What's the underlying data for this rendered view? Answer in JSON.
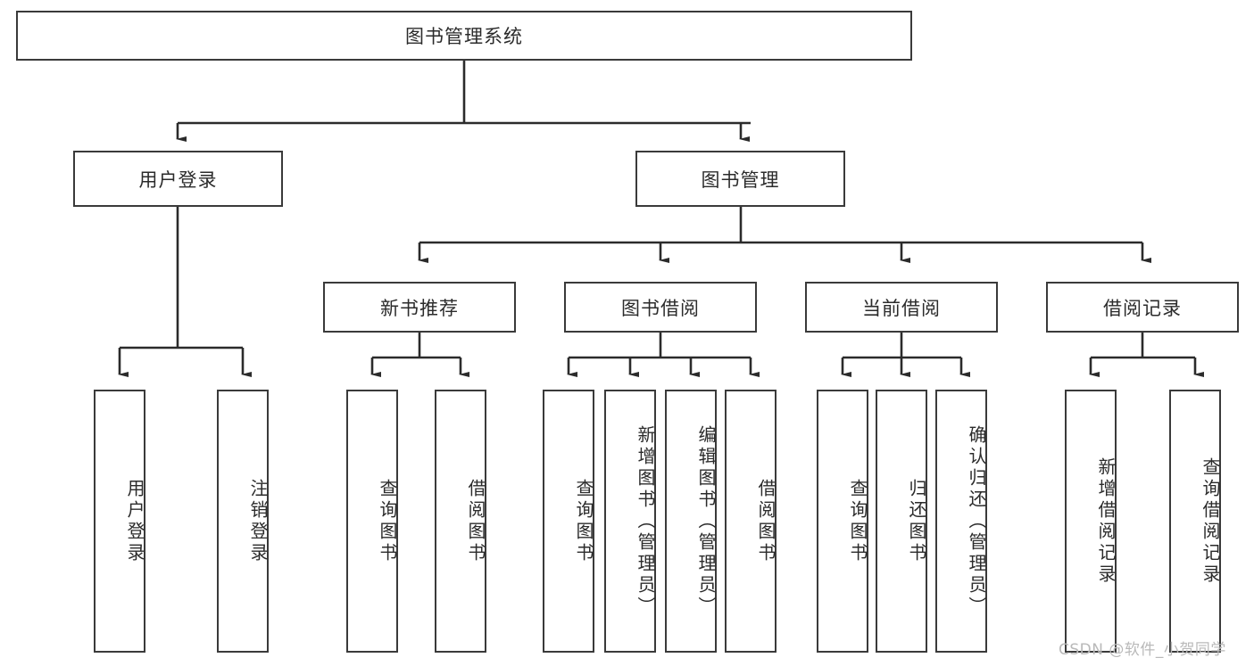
{
  "diagram": {
    "title": "图书管理系统",
    "type": "tree-hierarchy",
    "watermark": "CSDN @软件_小贺同学",
    "colors": {
      "box_border": "#3a3a3a",
      "box_fill": "#ffffff",
      "connector": "#2b2b2b",
      "text": "#2b2b2b",
      "watermark": "#b9b9b9",
      "background": "#ffffff"
    },
    "nodes": {
      "root": {
        "label": "图书管理系统"
      },
      "level2": [
        {
          "label": "用户登录"
        },
        {
          "label": "图书管理"
        }
      ],
      "level3": [
        {
          "label": "新书推荐"
        },
        {
          "label": "图书借阅"
        },
        {
          "label": "当前借阅"
        },
        {
          "label": "借阅记录"
        }
      ],
      "leaves_user_login": [
        {
          "label": "用户登录"
        },
        {
          "label": "注销登录"
        }
      ],
      "leaves_new_book": [
        {
          "label": "查询图书"
        },
        {
          "label": "借阅图书"
        }
      ],
      "leaves_borrow": [
        {
          "label": "查询图书"
        },
        {
          "label": "新增图书（管理员）"
        },
        {
          "label": "编辑图书（管理员）"
        },
        {
          "label": "借阅图书"
        }
      ],
      "leaves_current": [
        {
          "label": "查询图书"
        },
        {
          "label": "归还图书"
        },
        {
          "label": "确认归还（管理员）"
        }
      ],
      "leaves_record": [
        {
          "label": "新增借阅记录"
        },
        {
          "label": "查询借阅记录"
        }
      ]
    }
  }
}
